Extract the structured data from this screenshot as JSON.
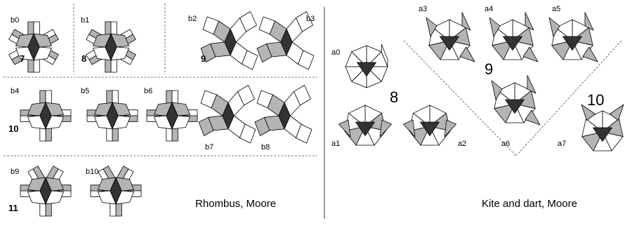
{
  "colors": {
    "background": "#ffffff",
    "line": "#000000",
    "gray": "#b4b4b4",
    "dark": "#333333",
    "light": "#ffffff"
  },
  "rhombus": {
    "caption": "Rhombus, Moore",
    "configs": [
      {
        "id": "b0",
        "kind": "r3"
      },
      {
        "id": "b1",
        "kind": "r3"
      },
      {
        "id": "b2",
        "kind": "r9"
      },
      {
        "id": "b3",
        "kind": "r9"
      },
      {
        "id": "b4",
        "kind": "r4"
      },
      {
        "id": "b5",
        "kind": "r4"
      },
      {
        "id": "b6",
        "kind": "r4"
      },
      {
        "id": "b7",
        "kind": "r9"
      },
      {
        "id": "b8",
        "kind": "r9"
      },
      {
        "id": "b9",
        "kind": "r5"
      },
      {
        "id": "b10",
        "kind": "r5"
      }
    ],
    "counts": [
      "7",
      "8",
      "9",
      "10",
      "11"
    ]
  },
  "kite": {
    "caption": "Kite and dart, Moore",
    "configs": [
      {
        "id": "a0",
        "kind": "k0"
      },
      {
        "id": "a1",
        "kind": "k1"
      },
      {
        "id": "a2",
        "kind": "k1"
      },
      {
        "id": "a3",
        "kind": "k3"
      },
      {
        "id": "a4",
        "kind": "k3"
      },
      {
        "id": "a5",
        "kind": "k3"
      },
      {
        "id": "a6",
        "kind": "k3"
      },
      {
        "id": "a7",
        "kind": "k7"
      }
    ],
    "counts": [
      "8",
      "9",
      "10"
    ]
  }
}
